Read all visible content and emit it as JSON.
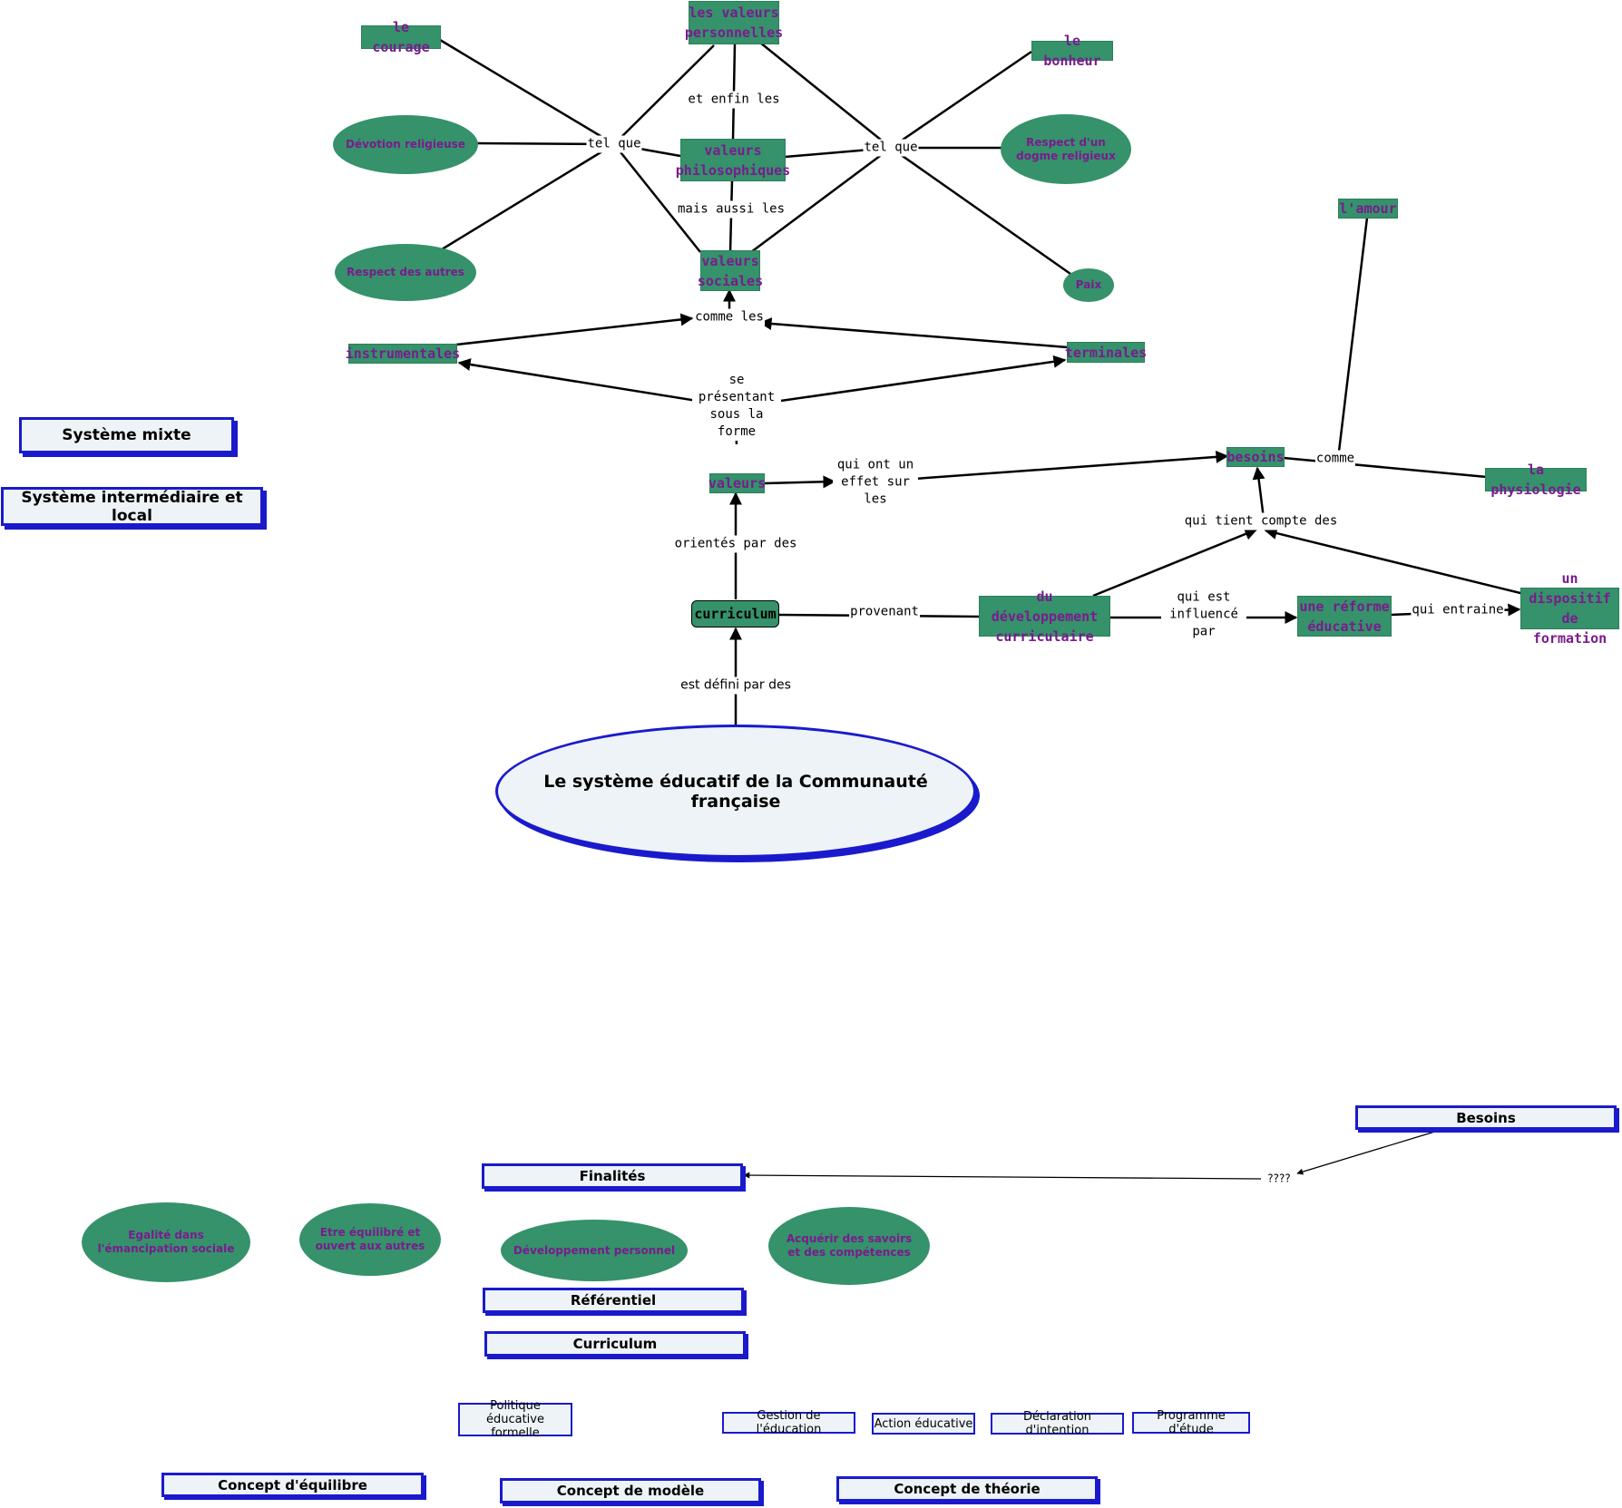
{
  "nodes": {
    "courage": "le courage",
    "valeurs_personnelles": "les valeurs personnelles",
    "bonheur": "le bonheur",
    "devotion": "Dévotion religieuse",
    "valeurs_philosophiques": "valeurs philosophiques",
    "respect_dogme": "Respect d'un dogme religieux",
    "respect_autres": "Respect des autres",
    "valeurs_sociales": "valeurs sociales",
    "paix": "Paix",
    "amour": "l'amour",
    "instrumentales": "instrumentales",
    "terminales": "terminales",
    "systeme_mixte": "Système mixte",
    "systeme_intermediaire": "Système intermédiaire et local",
    "valeurs": "valeurs",
    "besoins": "besoins",
    "physiologie": "la physiologie",
    "curriculum": "curriculum",
    "developpement_curriculaire": "du développement curriculaire",
    "reforme": "une réforme éducative",
    "dispositif": "un dispositif de formation",
    "systeme_educatif": "Le système éducatif de la Communauté française",
    "besoins_box": "Besoins",
    "finalites": "Finalités",
    "egalite": "Egalité dans l'émancipation sociale",
    "equilibre": "Etre équilibré et ouvert aux autres",
    "dev_personnel": "Développement personnel",
    "acquerir": "Acquérir des savoirs et des compétences",
    "referentiel": "Référentiel",
    "curriculum_box": "Curriculum",
    "politique": "Politique éducative formelle",
    "gestion": "Gestion de l'éducation",
    "action": "Action éducative",
    "declaration": "Déclaration d'intention",
    "programme": "Programme d'étude",
    "concept_equilibre": "Concept d'équilibre",
    "concept_modele": "Concept de modèle",
    "concept_theorie": "Concept de théorie"
  },
  "links": {
    "tel_que_left": "tel que",
    "tel_que_right": "tel que",
    "et_enfin_les": "et enfin les",
    "mais_aussi_les": "mais aussi les",
    "comme_les": "comme les",
    "se_presentant": "se présentant sous la forme",
    "qui_ont_un_effet": "qui ont un effet sur les",
    "comme": "comme",
    "qui_tient_compte": "qui tient compte des",
    "orientes_par": "orientés par des",
    "provenant": "provenant",
    "qui_est_influence": "qui est influencé par",
    "qui_entraine": "qui entraine",
    "est_defini": "est défini par des",
    "unknown": "????"
  },
  "colors": {
    "concept_fill": "#35926a",
    "concept_text": "#7a1b8f",
    "box_border": "#1a1acc",
    "box_fill": "#edf3f6"
  }
}
